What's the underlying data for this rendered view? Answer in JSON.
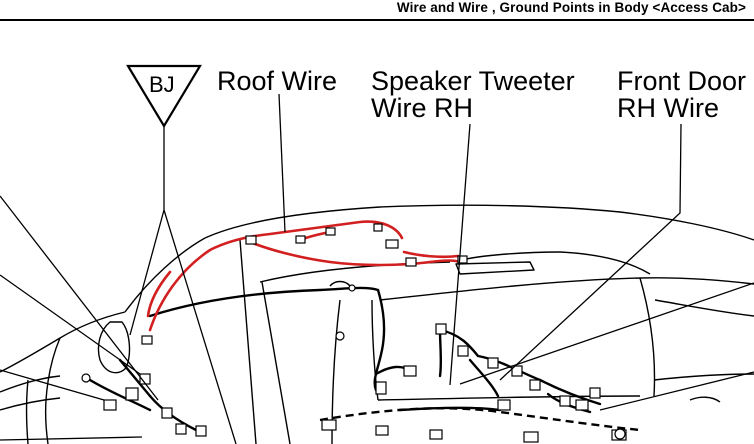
{
  "header": {
    "title": "Wire and Wire , Ground Points in Body <Access Cab>"
  },
  "symbol": {
    "code": "BJ"
  },
  "callouts": [
    {
      "lines": [
        "Roof Wire"
      ]
    },
    {
      "lines": [
        "Speaker Tweeter",
        "Wire RH"
      ]
    },
    {
      "lines": [
        "Front Door",
        "RH Wire"
      ]
    }
  ],
  "colors": {
    "highlighted_wire": "#d21f1f",
    "line": "#000000"
  }
}
